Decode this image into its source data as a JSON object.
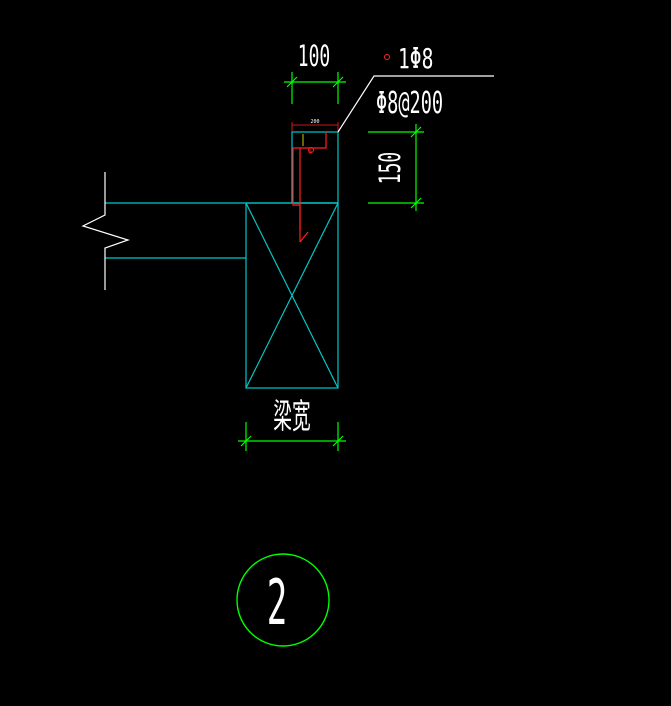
{
  "drawing": {
    "dim_top": "100",
    "dim_side": "150",
    "rebar_top": "1Φ8",
    "rebar_stirrup": "Φ8@200",
    "beam_width_label": "梁宽",
    "tiny_dim": "200",
    "tiny_mark": "0",
    "detail_number": "2"
  },
  "colors": {
    "background": "#000000",
    "structure": "#00c8c8",
    "dimension": "#00ff00",
    "rebar": "#ff2020",
    "leader": "#ffffff",
    "text": "#ffffff",
    "dim_accent": "#ff00ff"
  }
}
